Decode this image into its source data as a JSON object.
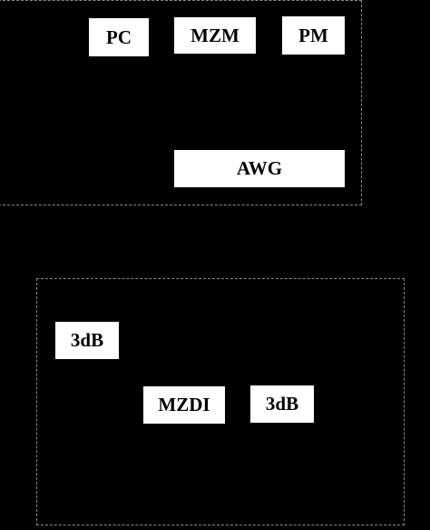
{
  "diagram": {
    "transmitter_group": {
      "blocks": {
        "pc": "PC",
        "mzm": "MZM",
        "pm": "PM",
        "awg": "AWG"
      }
    },
    "receiver_group": {
      "blocks": {
        "coupler_1": "3dB",
        "mzdi": "MZDI",
        "coupler_2": "3dB"
      }
    },
    "colors": {
      "background": "#000000",
      "block_fill": "#ffffff",
      "block_text": "#000000",
      "group_border": "#8a8a8a"
    }
  }
}
